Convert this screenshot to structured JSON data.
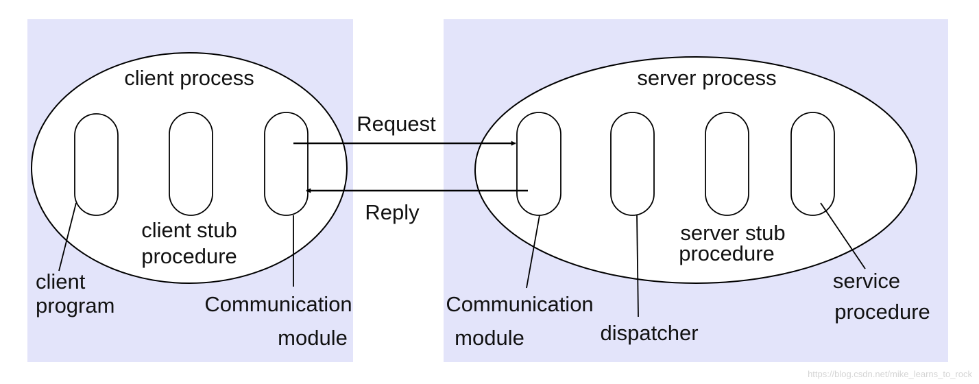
{
  "diagram": {
    "client": {
      "process_label": "client process",
      "program_label": [
        "client",
        "program"
      ],
      "stub_label": [
        "client stub",
        "procedure"
      ],
      "comm_label": [
        "Communication",
        "module"
      ]
    },
    "server": {
      "process_label": "server process",
      "comm_label": [
        "Communication",
        "module"
      ],
      "dispatcher_label": "dispatcher",
      "stub_label": [
        "server stub",
        "procedure"
      ],
      "service_label": [
        "service",
        "procedure"
      ]
    },
    "messages": {
      "request": "Request",
      "reply": "Reply"
    },
    "watermark": "https://blog.csdn.net/mike_learns_to_rock"
  },
  "colors": {
    "panel": "#e3e4fa",
    "ellipse_fill": "#ffffff",
    "stroke": "#000000"
  }
}
